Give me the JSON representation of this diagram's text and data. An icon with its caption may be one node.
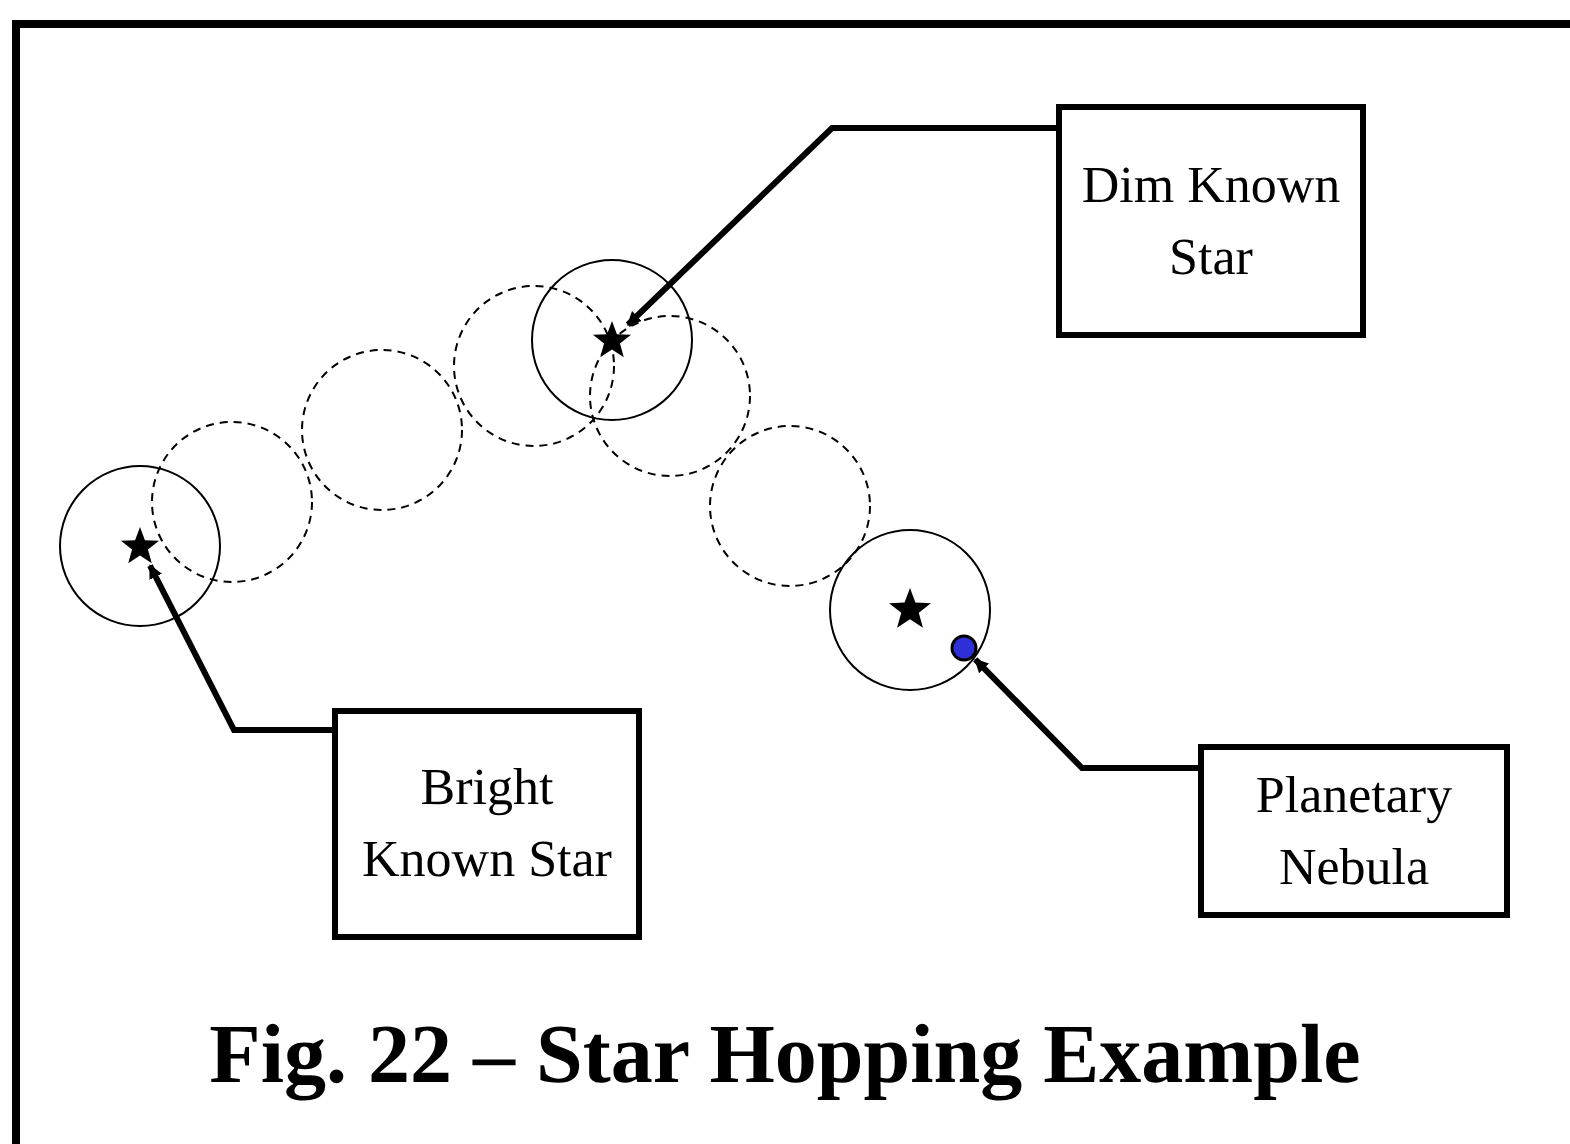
{
  "diagram": {
    "caption": "Fig. 22 – Star Hopping Example",
    "nodes": [
      {
        "text": [
          "Dim Known Star"
        ]
      },
      {
        "text": [],
        "shape": "star"
      },
      {
        "text": [
          "Bright Known Star"
        ]
      },
      {
        "text": [],
        "shape": "star"
      },
      {
        "text": [
          "Planetary Nebula"
        ]
      },
      {
        "text": [],
        "shape": "circle"
      }
    ],
    "edges": [
      {
        "from": 0,
        "to": 1,
        "arrow": "to"
      },
      {
        "from": 2,
        "to": 3,
        "arrow": "to"
      },
      {
        "from": 4,
        "to": 5,
        "arrow": "to"
      }
    ]
  }
}
